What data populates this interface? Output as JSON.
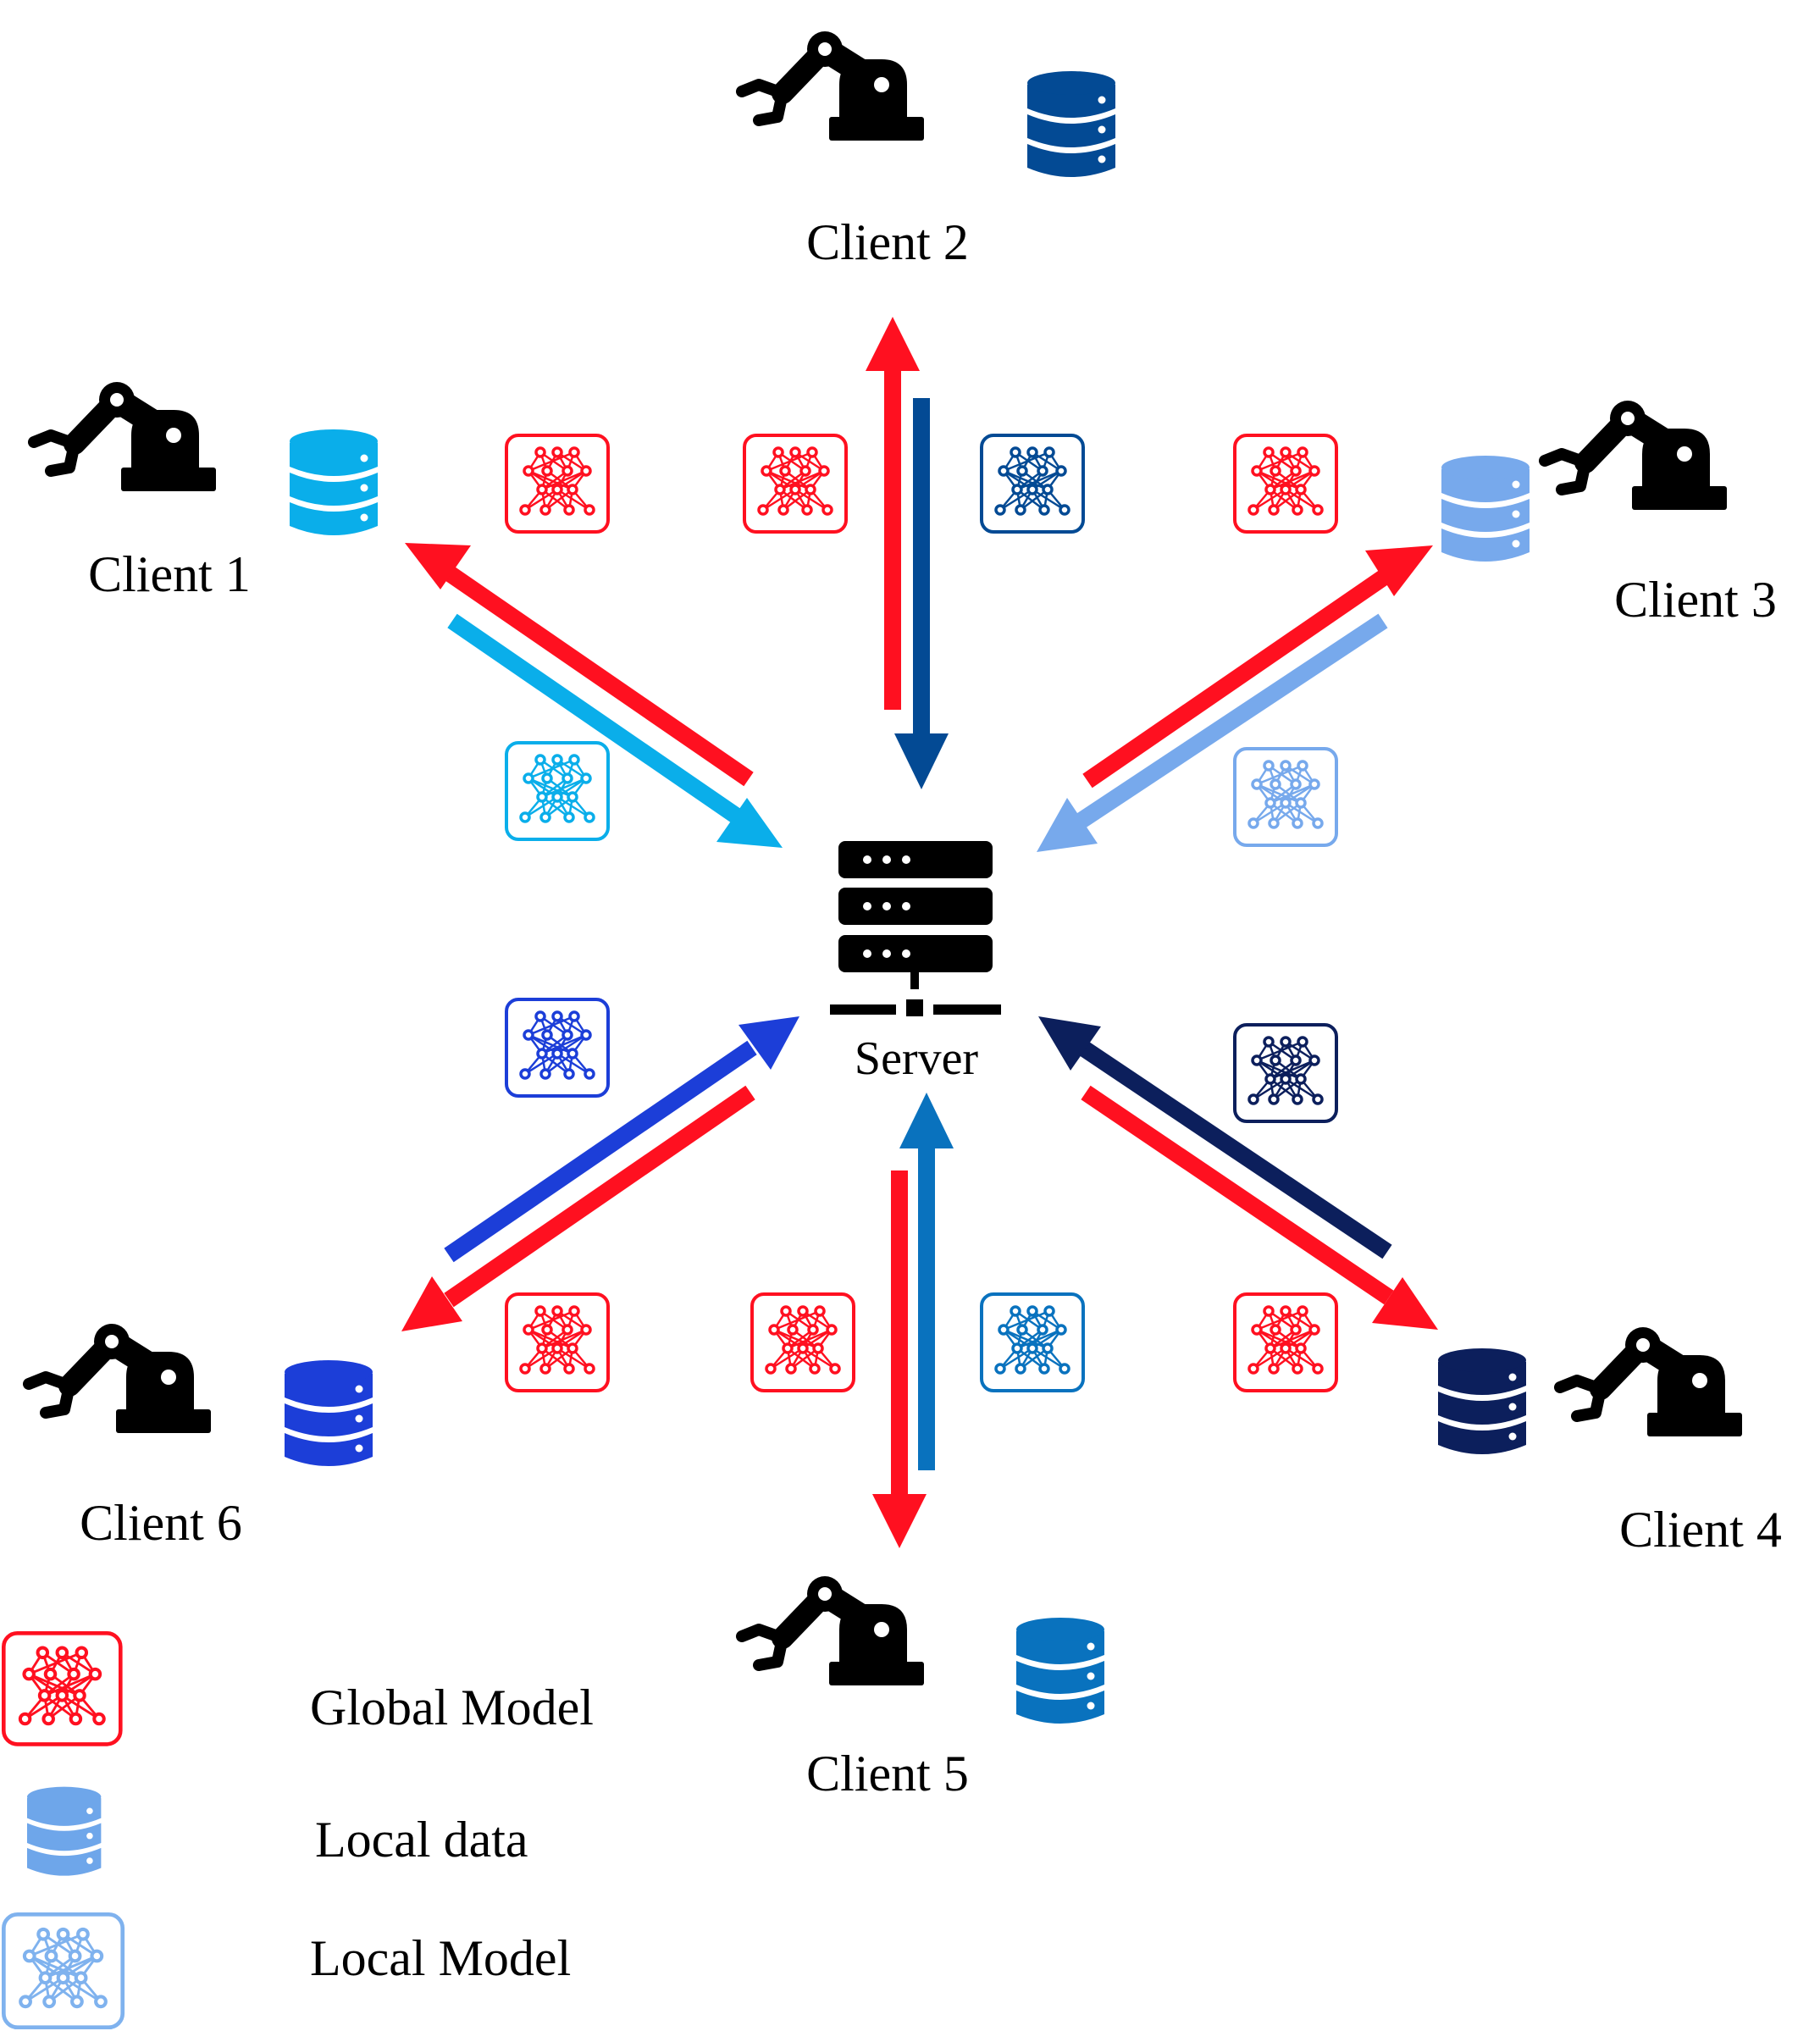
{
  "server": {
    "label": "Server"
  },
  "clients": [
    {
      "id": 1,
      "label": "Client 1",
      "color": "#0aaeea"
    },
    {
      "id": 2,
      "label": "Client 2",
      "color": "#034a94"
    },
    {
      "id": 3,
      "label": "Client 3",
      "color": "#77a9ec"
    },
    {
      "id": 4,
      "label": "Client 4",
      "color": "#0c1f5c"
    },
    {
      "id": 5,
      "label": "Client 5",
      "color": "#0972be"
    },
    {
      "id": 6,
      "label": "Client 6",
      "color": "#1c3ed8"
    }
  ],
  "legend": {
    "global_model": "Global Model",
    "local_data": "Local data",
    "local_model": "Local Model"
  },
  "colors": {
    "global": "#ff1020",
    "legend_data": "#6ea6ea",
    "legend_local_model": "#7fb2ee",
    "icon_black": "#000000"
  },
  "icons": [
    "robot-arm-icon",
    "database-icon",
    "neural-network-icon",
    "server-icon"
  ]
}
